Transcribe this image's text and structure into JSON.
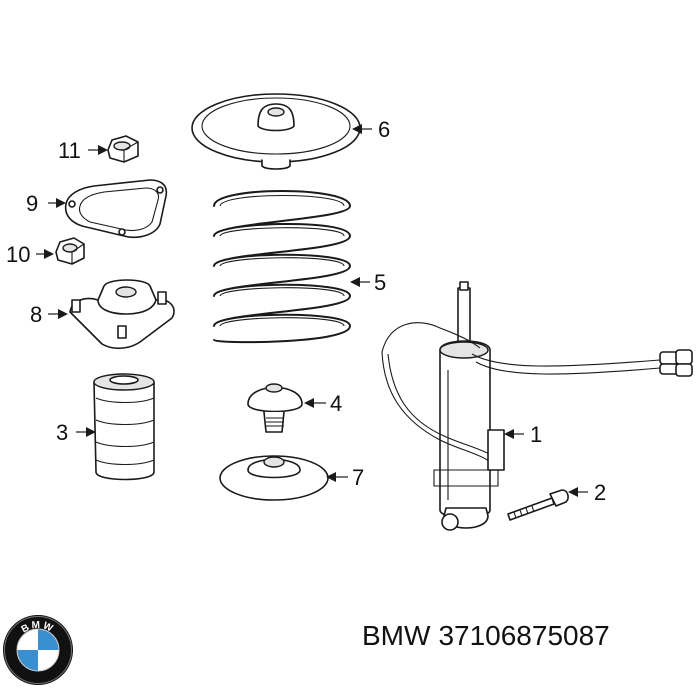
{
  "diagram": {
    "callouts": [
      "1",
      "2",
      "3",
      "4",
      "5",
      "6",
      "7",
      "8",
      "9",
      "10",
      "11"
    ]
  },
  "caption": {
    "brand": "BMW",
    "part_number": "37106875087"
  },
  "logo": {
    "text": "BMW",
    "colors": {
      "ring": "#111111",
      "blue": "#3a8fd0",
      "white": "#ffffff"
    }
  }
}
